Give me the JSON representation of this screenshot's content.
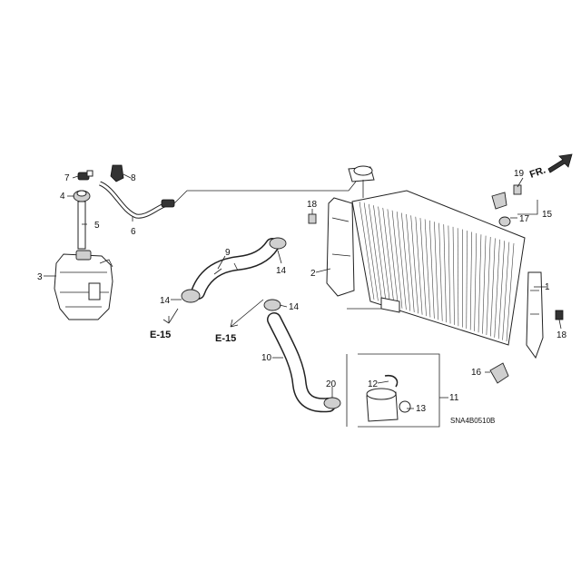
{
  "diagram": {
    "part_numbers": [
      "1",
      "2",
      "3",
      "4",
      "5",
      "6",
      "7",
      "8",
      "9",
      "10",
      "11",
      "12",
      "13",
      "14",
      "15",
      "16",
      "17",
      "18",
      "19",
      "20"
    ],
    "references": [
      "E-15",
      "E-15"
    ],
    "direction_label": "FR.",
    "diagram_code": "SNA4B0510B"
  }
}
